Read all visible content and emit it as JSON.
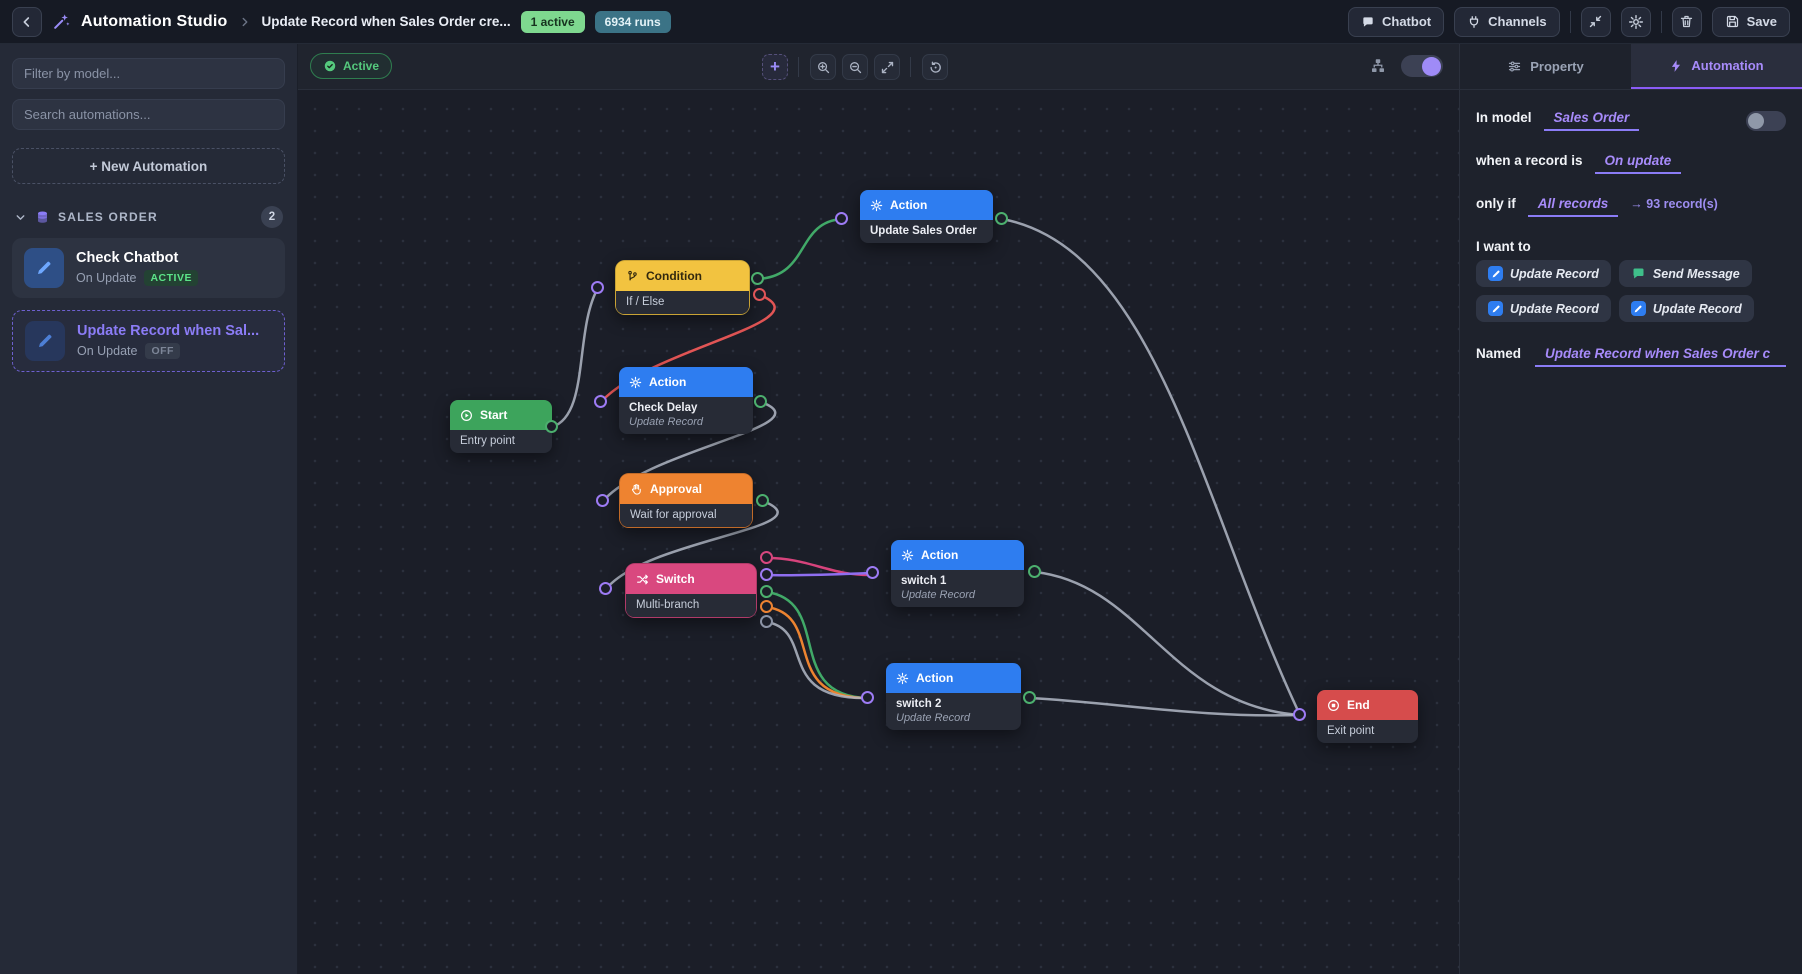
{
  "topbar": {
    "app_title": "Automation Studio",
    "breadcrumb_title": "Update Record when Sales Order cre...",
    "active_badge": "1 active",
    "runs_badge": "6934 runs",
    "chatbot_label": "Chatbot",
    "channels_label": "Channels",
    "save_label": "Save"
  },
  "sidebar": {
    "filter_placeholder": "Filter by model...",
    "search_placeholder": "Search automations...",
    "new_automation_label": "+  New Automation",
    "section": {
      "title": "SALES ORDER",
      "count": "2"
    },
    "items": [
      {
        "title": "Check Chatbot",
        "trigger": "On Update",
        "status": "ACTIVE"
      },
      {
        "title": "Update Record when Sal...",
        "trigger": "On Update",
        "status": "OFF"
      }
    ]
  },
  "canvas": {
    "status_pill": "Active",
    "add_label": "+",
    "nodes": [
      {
        "type_label": "Start",
        "line1": "Entry point"
      },
      {
        "type_label": "Condition",
        "line1": "If / Else"
      },
      {
        "type_label": "Action",
        "line1": "Update Sales Order"
      },
      {
        "type_label": "Action",
        "line1": "Check Delay",
        "line2": "Update Record"
      },
      {
        "type_label": "Approval",
        "line1": "Wait for approval"
      },
      {
        "type_label": "Switch",
        "line1": "Multi-branch"
      },
      {
        "type_label": "Action",
        "line1": "switch 1",
        "line2": "Update Record"
      },
      {
        "type_label": "Action",
        "line1": "switch 2",
        "line2": "Update Record"
      },
      {
        "type_label": "End",
        "line1": "Exit point"
      }
    ]
  },
  "panel": {
    "tab_property": "Property",
    "tab_automation": "Automation",
    "in_model_label": "In model",
    "in_model_value": "Sales Order",
    "record_is_label": "when a record is",
    "record_is_value": "On update",
    "only_if_label": "only if",
    "only_if_value": "All records",
    "record_count": "→ 93 record(s)",
    "i_want_to_label": "I want to",
    "actions": [
      "Update Record",
      "Send Message",
      "Update Record",
      "Update Record"
    ],
    "named_label": "Named",
    "named_value": "Update Record when Sales Order c"
  },
  "colors": {
    "accent_purple": "#8b7cf6",
    "node_blue": "#2e7df0",
    "node_green": "#3da45c",
    "node_yellow": "#f2c340",
    "node_orange": "#ee8330",
    "node_pink": "#d9487f",
    "node_red": "#d64c4c",
    "badge_active_bg": "#7ed88f",
    "badge_runs_bg": "#3b7386"
  }
}
